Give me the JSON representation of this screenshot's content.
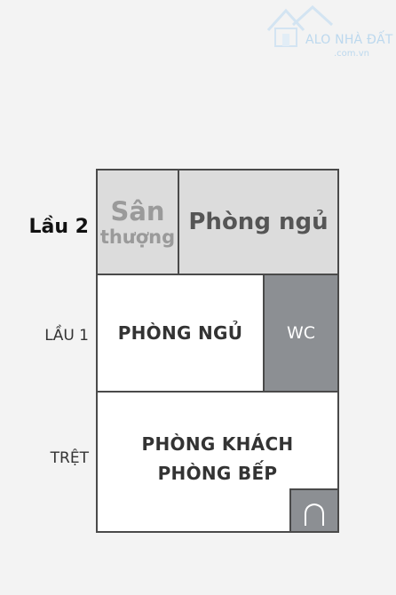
{
  "watermark": {
    "brand": "ALO NHÀ ĐẤT",
    "domain": ".com.vn",
    "icon": "house-outline-icon"
  },
  "floors": [
    {
      "label": "Lầu 2",
      "rooms": [
        {
          "lines": [
            "Sân",
            "thượng"
          ]
        },
        {
          "lines": [
            "Phòng ngủ"
          ]
        }
      ]
    },
    {
      "label": "LẦU 1",
      "rooms": [
        {
          "lines": [
            "PHÒNG NGỦ"
          ]
        },
        {
          "lines": [
            "WC"
          ]
        }
      ]
    },
    {
      "label": "TRỆT",
      "rooms": [
        {
          "lines": [
            "PHÒNG KHÁCH",
            "PHÒNG BẾP"
          ]
        }
      ]
    }
  ],
  "entrance": {
    "icon": "door-arch-icon"
  },
  "colors": {
    "background": "#f3f3f3",
    "wall": "#4a4a4a",
    "upper_room": "#dcdcdc",
    "room": "#ffffff",
    "wc": "#8c8f93",
    "watermark": "#bcd8ee"
  }
}
